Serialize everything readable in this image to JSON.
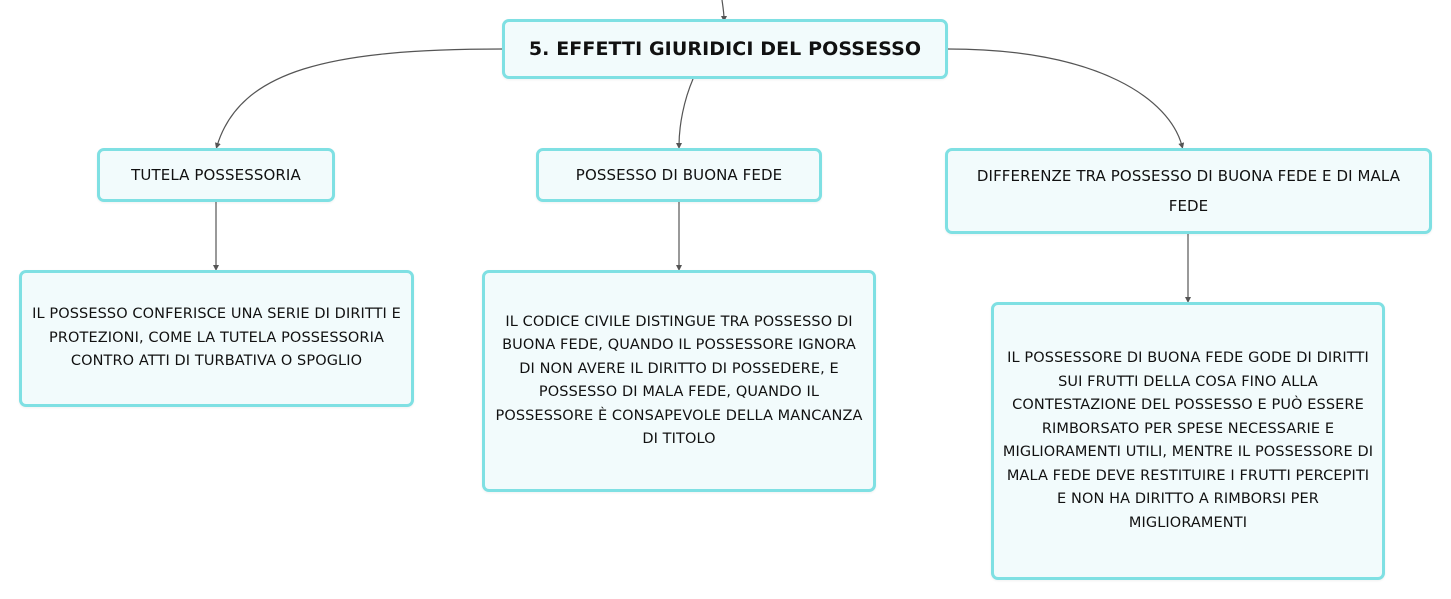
{
  "root": {
    "title": "5. EFFETTI GIURIDICI DEL POSSESSO"
  },
  "branches": [
    {
      "label": "TUTELA POSSESSORIA",
      "detail": "IL POSSESSO CONFERISCE UNA SERIE DI DIRITTI E PROTEZIONI, COME LA TUTELA POSSESSORIA CONTRO ATTI DI TURBATIVA O SPOGLIO"
    },
    {
      "label": "POSSESSO DI BUONA FEDE",
      "detail": "IL CODICE CIVILE DISTINGUE TRA POSSESSO DI BUONA FEDE, QUANDO IL POSSESSORE IGNORA DI NON AVERE IL DIRITTO DI POSSEDERE, E POSSESSO DI MALA FEDE, QUANDO IL POSSESSORE È CONSAPEVOLE DELLA MANCANZA DI TITOLO"
    },
    {
      "label": "DIFFERENZE TRA POSSESSO DI BUONA FEDE E DI MALA FEDE",
      "detail": "IL POSSESSORE DI BUONA FEDE GODE DI DIRITTI SUI FRUTTI DELLA COSA FINO ALLA CONTESTAZIONE DEL POSSESSO E PUÒ ESSERE RIMBORSATO PER SPESE NECESSARIE E MIGLIORAMENTI UTILI, MENTRE IL POSSESSORE DI MALA FEDE DEVE RESTITUIRE I FRUTTI PERCEPITI E NON HA DIRITTO A RIMBORSI PER MIGLIORAMENTI"
    }
  ],
  "colors": {
    "node_border": "#7fe0e3",
    "node_fill": "#f2fbfc",
    "connector": "#555555",
    "text": "#111111"
  }
}
